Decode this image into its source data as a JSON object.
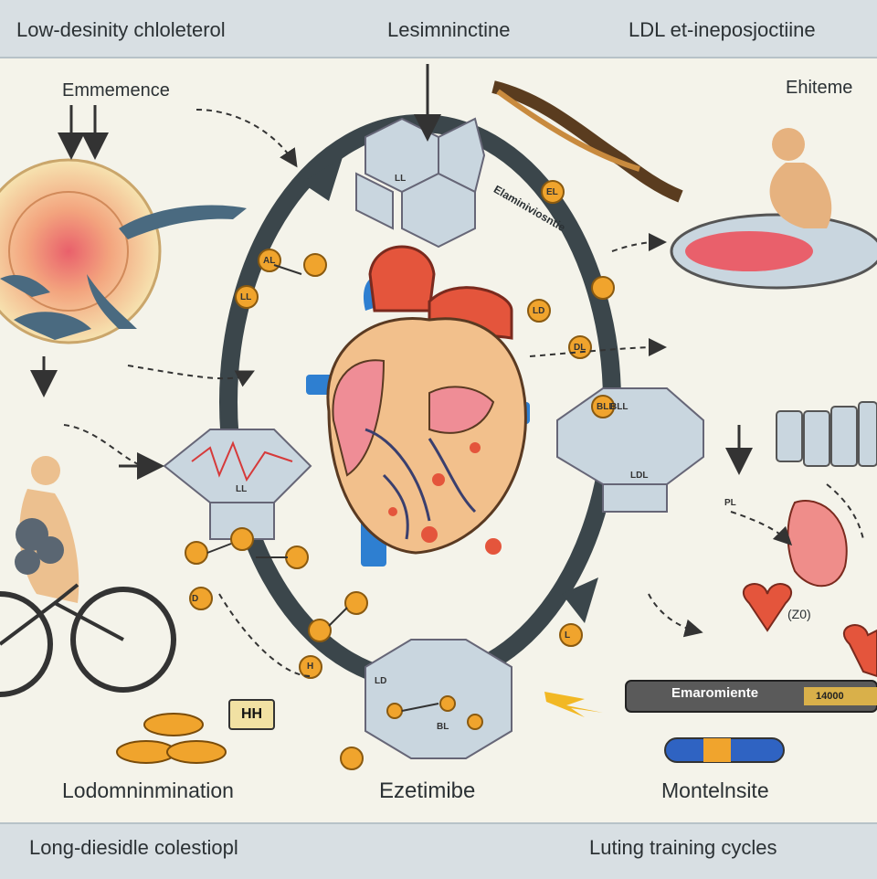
{
  "header": {
    "left": "Low-desinity chloleterol",
    "center": "Lesimninctine",
    "right": "LDL et-ineposjoctiine"
  },
  "side_labels": {
    "top_left": "Emmemence",
    "top_right": "Ehiteme",
    "ring_text": "Elaminiviosntie",
    "zo": "(Z0)"
  },
  "molecule_tags": [
    "AL",
    "LL",
    "LD",
    "DL",
    "BLL",
    "EL",
    "PL",
    "H",
    "D",
    "L"
  ],
  "hex_labels": {
    "top": "LL",
    "left": "LL",
    "right_top": "BLL",
    "right_bottom": "LDL",
    "bottom_ld": "LD",
    "bottom_bl": "BL"
  },
  "captions": {
    "left": "Lodomninmination",
    "center": "Ezetimibe",
    "right": "Montelnsite",
    "bottom_left": "Long-diesidle colestiopl",
    "bottom_right": "Luting training cycles"
  },
  "tube": {
    "label": "Emaromiente",
    "value": "14000"
  },
  "pills_label": "HH",
  "colors": {
    "heart_red": "#e4553c",
    "vessel_blue": "#2e7fd1",
    "ring_dark": "#3b464b",
    "molecule_orange": "#f0a42d",
    "header_band": "#d8dfe3"
  }
}
